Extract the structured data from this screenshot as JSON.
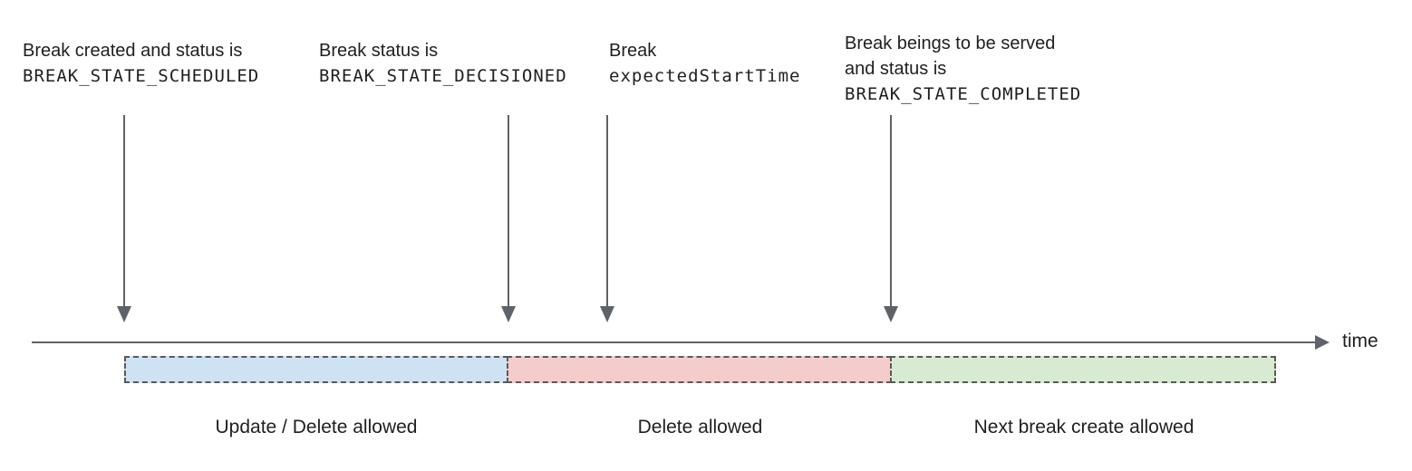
{
  "annotations": [
    {
      "id": "scheduled",
      "lines": [
        {
          "text": "Break created and status is",
          "mono": false
        },
        {
          "text": "BREAK_STATE_SCHEDULED",
          "mono": true
        }
      ]
    },
    {
      "id": "decisioned",
      "lines": [
        {
          "text": "Break status is",
          "mono": false
        },
        {
          "text": "BREAK_STATE_DECISIONED",
          "mono": true
        }
      ]
    },
    {
      "id": "expected-start-time",
      "lines": [
        {
          "text": "Break",
          "mono": false
        },
        {
          "text": "expectedStartTime",
          "mono": true
        }
      ]
    },
    {
      "id": "completed",
      "lines": [
        {
          "text": "Break beings to be served",
          "mono": false
        },
        {
          "text": "and status is",
          "mono": false
        },
        {
          "text": "BREAK_STATE_COMPLETED",
          "mono": true
        }
      ]
    }
  ],
  "timeline": {
    "axis_label": "time"
  },
  "segments": [
    {
      "label": "Update / Delete allowed",
      "color": "#cfe2f3"
    },
    {
      "label": "Delete allowed",
      "color": "#f4cccc"
    },
    {
      "label": "Next break create allowed",
      "color": "#d9ead3"
    }
  ],
  "colors": {
    "arrow_and_axis": "#5f6368",
    "dashed_border": "#595959",
    "text": "#1f1f1f"
  }
}
